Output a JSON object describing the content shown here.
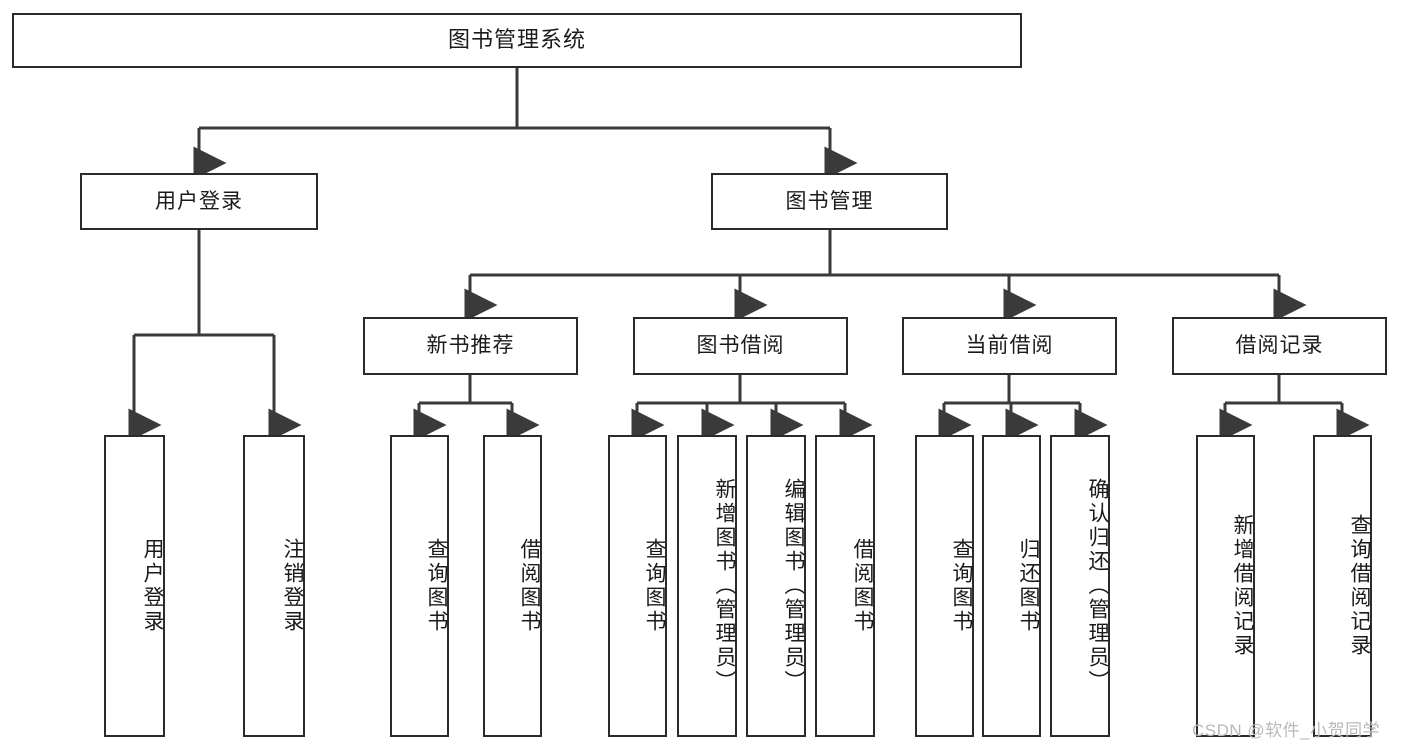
{
  "diagram": {
    "title": "图书管理系统",
    "type": "tree",
    "root": {
      "label": "图书管理系统",
      "orientation": "horizontal"
    },
    "level2": [
      {
        "label": "用户登录",
        "orientation": "horizontal"
      },
      {
        "label": "图书管理",
        "orientation": "horizontal"
      }
    ],
    "level3": [
      {
        "label": "新书推荐",
        "orientation": "horizontal"
      },
      {
        "label": "图书借阅",
        "orientation": "horizontal"
      },
      {
        "label": "当前借阅",
        "orientation": "horizontal"
      },
      {
        "label": "借阅记录",
        "orientation": "horizontal"
      }
    ],
    "leaves": {
      "user_login": [
        {
          "label": "用户登录",
          "orientation": "vertical"
        },
        {
          "label": "注销登录",
          "orientation": "vertical"
        }
      ],
      "new_book_recommend": [
        {
          "label": "查询图书",
          "orientation": "vertical"
        },
        {
          "label": "借阅图书",
          "orientation": "vertical"
        }
      ],
      "book_borrow": [
        {
          "label": "查询图书",
          "orientation": "vertical"
        },
        {
          "label": "新增图书（管理员）",
          "orientation": "vertical"
        },
        {
          "label": "编辑图书（管理员）",
          "orientation": "vertical"
        },
        {
          "label": "借阅图书",
          "orientation": "vertical"
        }
      ],
      "current_borrow": [
        {
          "label": "查询图书",
          "orientation": "vertical"
        },
        {
          "label": "归还图书",
          "orientation": "vertical"
        },
        {
          "label": "确认归还（管理员）",
          "orientation": "vertical"
        }
      ],
      "borrow_record": [
        {
          "label": "新增借阅记录",
          "orientation": "vertical"
        },
        {
          "label": "查询借阅记录",
          "orientation": "vertical"
        }
      ]
    }
  },
  "watermark": {
    "text": "CSDN @软件_小贺同学"
  },
  "colors": {
    "box_border": "#2b2b2b",
    "box_fill": "#ffffff",
    "line": "#3a3a3a",
    "text": "#1b1b1b",
    "watermark": "#b9b9b9",
    "background": "#ffffff"
  }
}
